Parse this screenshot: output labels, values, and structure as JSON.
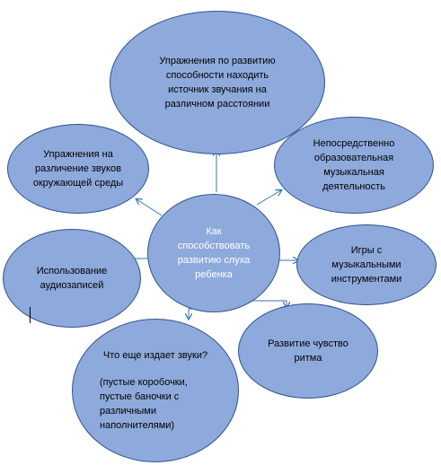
{
  "center": {
    "label": "Как способствовать развитию слуха ребенка"
  },
  "nodes": {
    "top": {
      "label": "Упражнения по развитию способности находить источник звучания на различном расстоянии"
    },
    "left_upper": {
      "label": "Упражнения на различение  звуков окружающей среды"
    },
    "right_upper": {
      "label": "Непосредственно образовательная музыкальная деятельность"
    },
    "left": {
      "label": "Использование аудиозаписей"
    },
    "right": {
      "label": "Игры с музыкальными инструментами"
    },
    "bottom_right": {
      "label": "Развитие чувство ритма"
    },
    "bottom": {
      "question": "Что еще издает звуки?",
      "details": "(пустые коробочки, пустые баночки с различными наполнителями)"
    }
  },
  "colors": {
    "node_fill": "#8eaadc",
    "node_border": "#2f528f",
    "arrow": "#2e75b6",
    "center_text": "#ffffff"
  }
}
